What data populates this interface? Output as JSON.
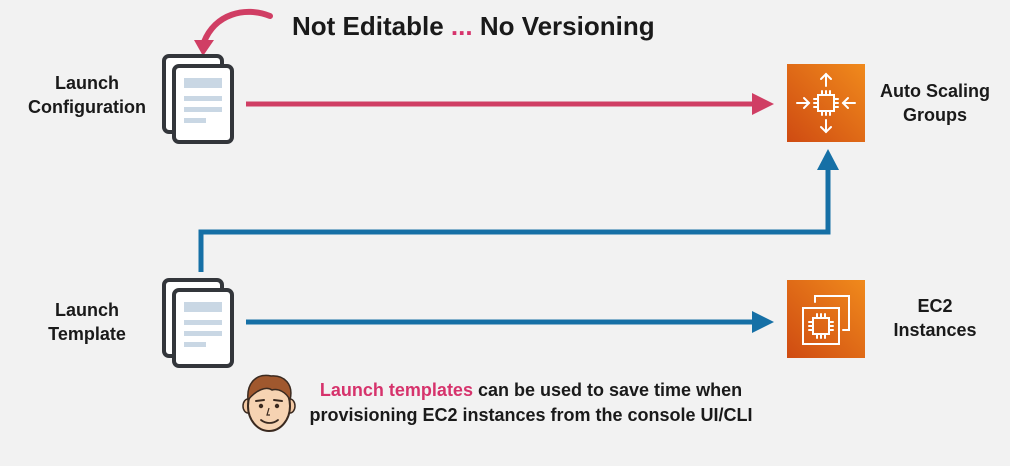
{
  "title": {
    "part1": "Not Editable",
    "dots": "...",
    "part2": "No Versioning"
  },
  "nodes": {
    "launch_configuration": {
      "line1": "Launch",
      "line2": "Configuration",
      "icon": "document-stack-icon"
    },
    "launch_template": {
      "line1": "Launch",
      "line2": "Template",
      "icon": "document-stack-icon"
    },
    "auto_scaling_groups": {
      "line1": "Auto Scaling",
      "line2": "Groups",
      "icon": "auto-scaling-icon"
    },
    "ec2_instances": {
      "line1": "EC2",
      "line2": "Instances",
      "icon": "ec2-instance-icon"
    }
  },
  "note": {
    "highlight": "Launch templates",
    "line1_rest": "can be used to save time when",
    "line2": "provisioning EC2 instances from the console UI/CLI",
    "avatar_icon": "person-avatar-icon"
  },
  "colors": {
    "background": "#f2f2f2",
    "pink_arrow": "#d03e64",
    "blue_arrow": "#1670a6",
    "aws_orange_light": "#f08a1c",
    "aws_orange_dark": "#cf4b12",
    "highlight": "#d6336c"
  }
}
